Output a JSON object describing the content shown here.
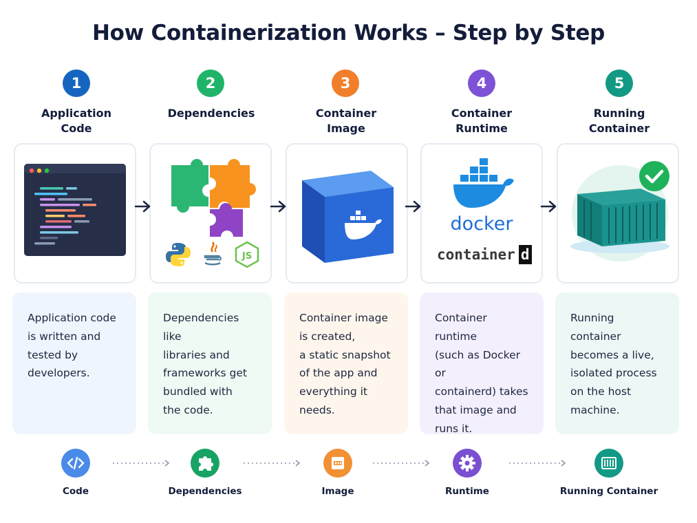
{
  "title": "How Containerization Works – Step by Step",
  "steps": [
    {
      "number": "1",
      "label_line1": "Application",
      "label_line2": "Code",
      "color": "#1565c0",
      "card_bg": "#eef5fd",
      "desc": [
        "Application code",
        "is written and",
        "tested by",
        "developers."
      ],
      "bottom_label": "Code",
      "bottom_icon": "code-icon",
      "bottom_color": "#4a8ae8"
    },
    {
      "number": "2",
      "label_line1": "Dependencies",
      "label_line2": "",
      "color": "#20b46a",
      "card_bg": "#eefaf3",
      "desc": [
        "Dependencies like",
        "libraries and",
        "frameworks get",
        "bundled with",
        "the code."
      ],
      "bottom_label": "Dependencies",
      "bottom_icon": "puzzle-icon",
      "bottom_color": "#17a364"
    },
    {
      "number": "3",
      "label_line1": "Container",
      "label_line2": "Image",
      "color": "#f07e2a",
      "card_bg": "#fef6ec",
      "desc": [
        "Container image",
        "is created,",
        "a static snapshot",
        "of the app and",
        "everything it",
        "needs."
      ],
      "bottom_label": "Image",
      "bottom_icon": "image-box-icon",
      "bottom_color": "#f29034"
    },
    {
      "number": "4",
      "label_line1": "Container",
      "label_line2": "Runtime",
      "color": "#7d52d6",
      "card_bg": "#f4effd",
      "desc": [
        "Container runtime",
        "(such as Docker or",
        "containerd) takes",
        "that image and",
        "runs it."
      ],
      "bottom_label": "Runtime",
      "bottom_icon": "gear-icon",
      "bottom_color": "#7a4fd1"
    },
    {
      "number": "5",
      "label_line1": "Running",
      "label_line2": "Container",
      "color": "#129984",
      "card_bg": "#ecf8f5",
      "desc": [
        "Running container",
        "becomes a live,",
        "isolated process",
        "on the host",
        "machine."
      ],
      "bottom_label": "Running Container",
      "bottom_icon": "container-icon",
      "bottom_color": "#139986"
    }
  ],
  "logos": {
    "docker": "docker",
    "containerd_text": "container",
    "containerd_d": "d",
    "nodejs": "JS"
  }
}
